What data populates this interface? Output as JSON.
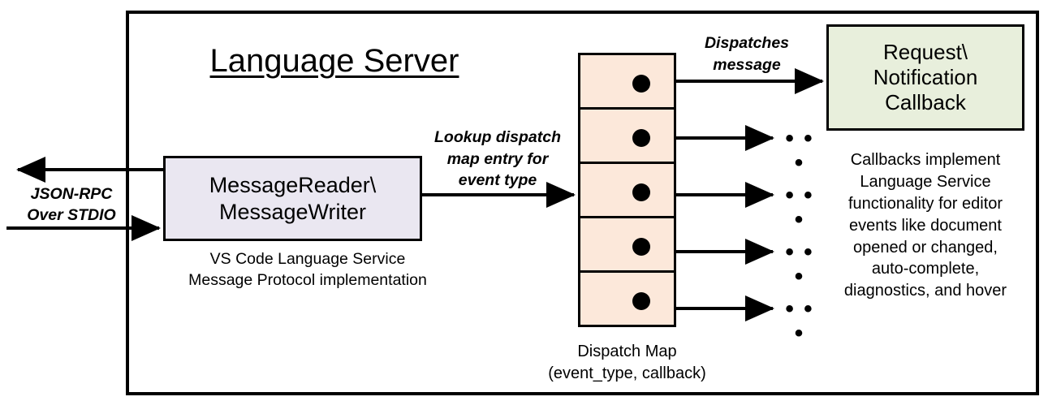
{
  "diagram": {
    "title": "Language Server",
    "outer_frame_name": "Language Server boundary"
  },
  "reader": {
    "box_label": "MessageReader\\\nMessageWriter",
    "caption": "VS Code Language Service\nMessage Protocol implementation",
    "fill_color": "#eae7f1"
  },
  "transport": {
    "label": "JSON-RPC\nOver STDIO",
    "inbound_arrow": "arrow pointing right into MessageReader",
    "outbound_arrow": "arrow pointing left out of MessageWriter"
  },
  "lookup": {
    "label": "Lookup dispatch\nmap entry for\nevent type"
  },
  "dispatch": {
    "label": "Dispatches\nmessage"
  },
  "dispatch_map": {
    "caption": "Dispatch Map\n(event_type, callback)",
    "fill_color": "#fce8da",
    "rows": [
      {
        "index": 1,
        "target": "callback-box"
      },
      {
        "index": 2,
        "target": "ellipsis"
      },
      {
        "index": 3,
        "target": "ellipsis"
      },
      {
        "index": 4,
        "target": "ellipsis"
      },
      {
        "index": 5,
        "target": "ellipsis"
      }
    ]
  },
  "callback": {
    "box_label": "Request\\\nNotification\nCallback",
    "caption": "Callbacks implement\nLanguage Service\nfunctionality for editor\nevents like document\nopened or changed,\nauto-complete,\ndiagnostics, and hover",
    "fill_color": "#e8efdc"
  },
  "ellipses": {
    "glyph": "• • •",
    "count": 4
  },
  "colors": {
    "stroke": "#000000",
    "background": "#ffffff"
  }
}
